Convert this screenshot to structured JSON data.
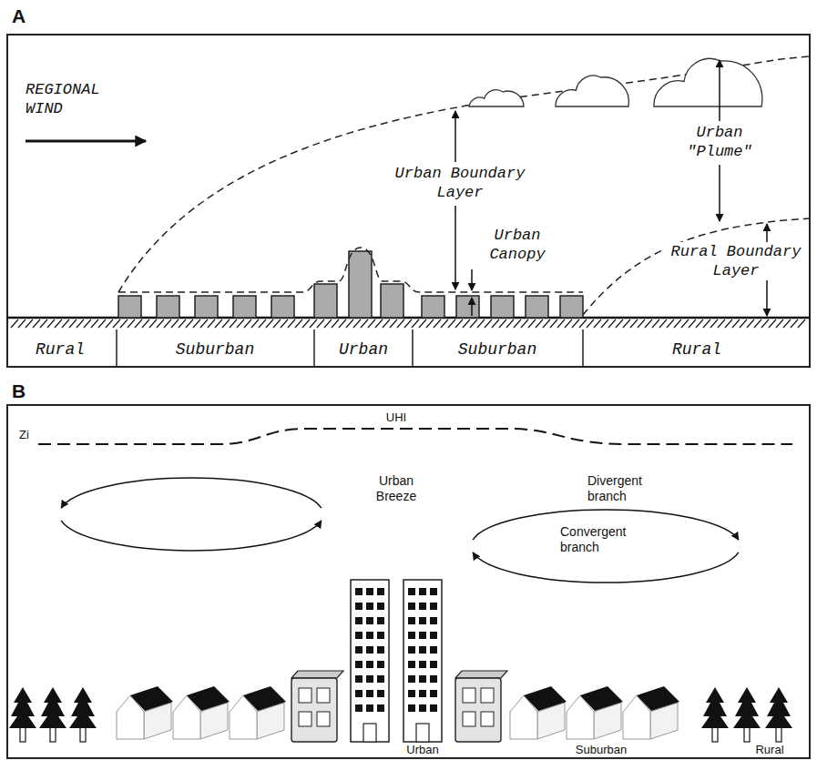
{
  "diagram": {
    "labels": [
      "A",
      "REGIONAL WIND",
      "Urban Boundary Layer",
      "Urban \"Plume\"",
      "Urban Canopy",
      "Rural Boundary Layer",
      "Rural",
      "Suburban",
      "Urban",
      "Suburban",
      "Rural",
      "B",
      "UHI",
      "Zi",
      "Urban Breeze",
      "Divergent branch",
      "Convergent branch",
      "Urban",
      "Suburban",
      "Rural"
    ]
  }
}
